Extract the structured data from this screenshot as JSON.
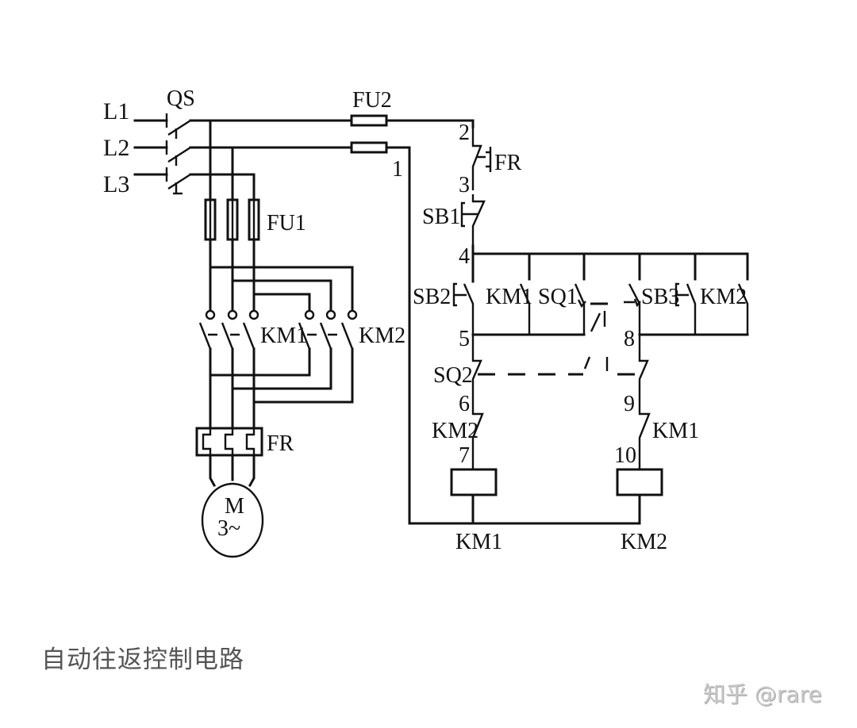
{
  "diagram": {
    "title": "自动往返控制电路",
    "watermark": "知乎 @rare",
    "power_circuit": {
      "phases": [
        "L1",
        "L2",
        "L3"
      ],
      "isolator": "QS",
      "main_fuse": "FU1",
      "forward_contactor": "KM1",
      "reverse_contactor": "KM2",
      "overload_relay": "FR",
      "motor": {
        "label": "M",
        "sub": "3~"
      }
    },
    "control_circuit": {
      "control_fuse": "FU2",
      "nodes": [
        "1",
        "2",
        "3",
        "4",
        "5",
        "6",
        "7",
        "8",
        "9",
        "10"
      ],
      "overload_contact": "FR",
      "stop_button": "SB1",
      "forward_start": "SB2",
      "forward_hold": "KM1",
      "limit_switch_1": "SQ1",
      "reverse_start": "SB3",
      "reverse_hold": "KM2",
      "limit_switch_2": "SQ2",
      "interlock_left": "KM2",
      "interlock_right": "KM1",
      "coil_left": "KM1",
      "coil_right": "KM2"
    }
  }
}
